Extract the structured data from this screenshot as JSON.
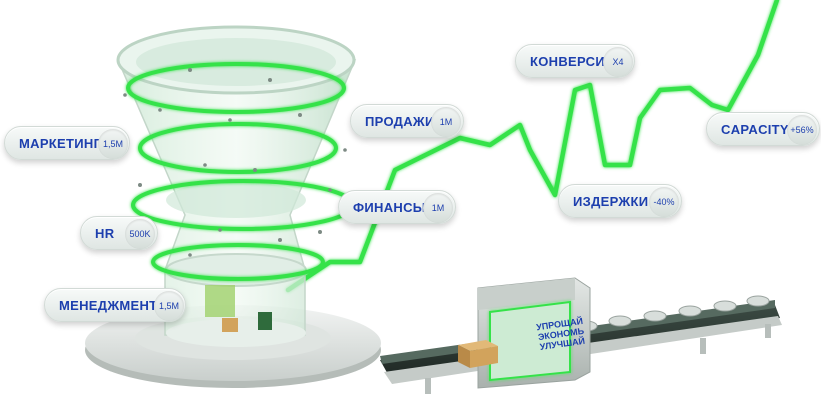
{
  "labels": {
    "marketing": {
      "name": "МАРКЕТИНГ",
      "value": "1,5M"
    },
    "hr": {
      "name": "HR",
      "value": "500K"
    },
    "management": {
      "name": "МЕНЕДЖМЕНТ",
      "value": "1,5M"
    },
    "sales": {
      "name": "ПРОДАЖИ",
      "value": "1M"
    },
    "finance": {
      "name": "ФИНАНСЫ",
      "value": "1M"
    },
    "conversion": {
      "name": "КОНВЕРСИЯ",
      "value": "X4"
    },
    "costs": {
      "name": "ИЗДЕРЖКИ",
      "value": "-40%"
    },
    "capacity": {
      "name": "CAPACITY",
      "value": "+56%"
    }
  },
  "machine_text": [
    "УПРОЩАЙ",
    "ЭКОНОМЬ",
    "УЛУЧШАЙ"
  ],
  "colors": {
    "accent_green": "#34e24a",
    "label_blue": "#1d3fae",
    "pill_grey": "#e6ecea",
    "belt_dark": "#2e3a35"
  },
  "icons": [
    "funnel",
    "conveyor-machine",
    "box",
    "growth-line"
  ]
}
